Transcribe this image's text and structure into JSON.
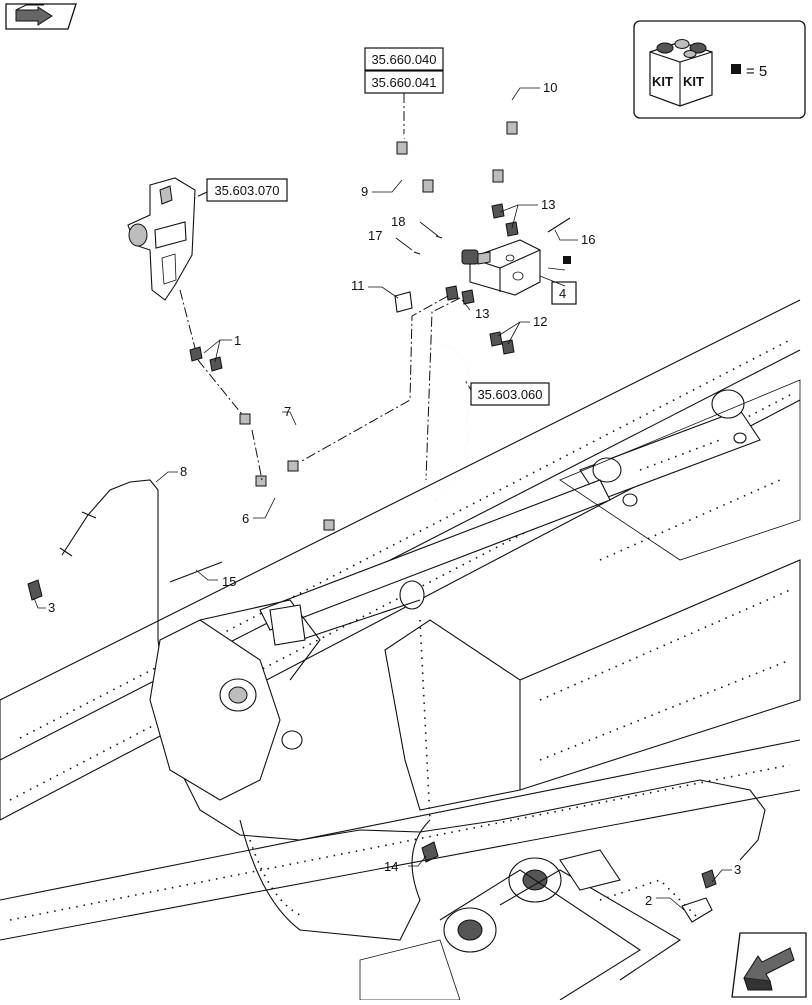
{
  "navigation": {
    "prev_icon": "page-back-arrow-icon",
    "next_icon": "page-forward-arrow-icon"
  },
  "references": {
    "ref_a": "35.660.040",
    "ref_b": "35.660.041",
    "ref_c": "35.603.070",
    "ref_d": "35.603.060"
  },
  "kit": {
    "label_1": "KIT",
    "label_2": "KIT",
    "equals": "= 5"
  },
  "callouts": {
    "c1": "1",
    "c2": "2",
    "c3a": "3",
    "c3b": "3",
    "c4": "4",
    "c6": "6",
    "c7": "7",
    "c8": "8",
    "c9": "9",
    "c10": "10",
    "c11": "11",
    "c12": "12",
    "c13a": "13",
    "c13b": "13",
    "c14": "14",
    "c15": "15",
    "c16": "16",
    "c17": "17",
    "c18": "18"
  }
}
